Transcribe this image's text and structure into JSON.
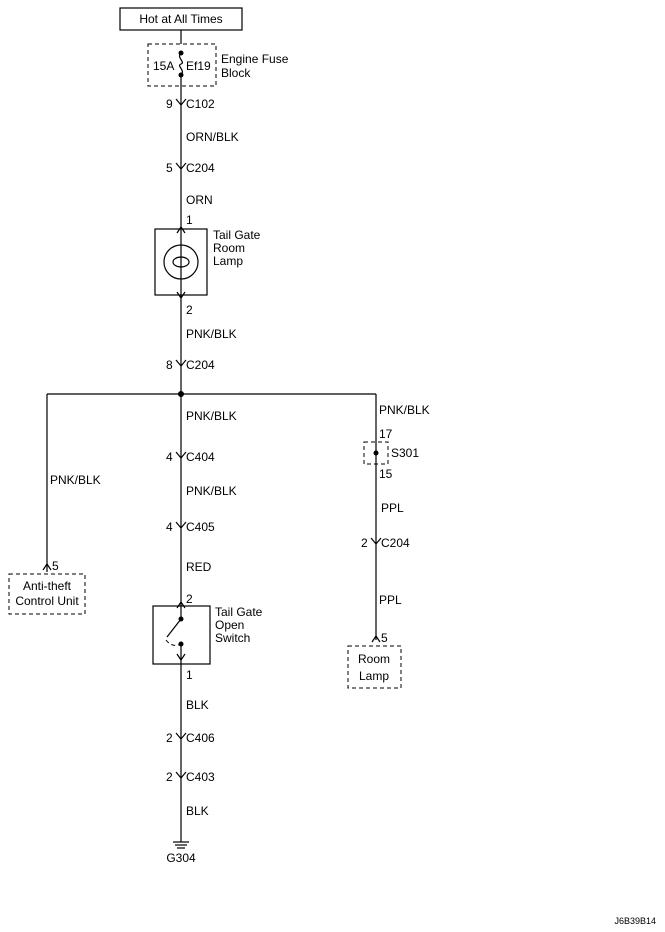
{
  "power_source": "Hot at All Times",
  "fuse": {
    "rating": "15A",
    "id": "Ef19",
    "label_line1": "Engine Fuse",
    "label_line2": "Block"
  },
  "connectors": {
    "c102_top": {
      "pin": "9",
      "name": "C102"
    },
    "c204_a": {
      "pin": "5",
      "name": "C204"
    },
    "c204_b": {
      "pin": "8",
      "name": "C204"
    },
    "c404": {
      "pin": "4",
      "name": "C404"
    },
    "c405": {
      "pin": "4",
      "name": "C405"
    },
    "c204_c": {
      "pin": "2",
      "name": "C204"
    },
    "c406": {
      "pin": "2",
      "name": "C406"
    },
    "c403": {
      "pin": "2",
      "name": "C403"
    }
  },
  "wires": {
    "w1": "ORN/BLK",
    "w2": "ORN",
    "w3": "PNK/BLK",
    "w4": "PNK/BLK",
    "w5": "PNK/BLK",
    "w6": "PNK/BLK",
    "w7": "PNK/BLK",
    "w8": "RED",
    "w9": "PPL",
    "w10": "PPL",
    "w11": "BLK",
    "w12": "BLK"
  },
  "room_lamp_tail": {
    "pin_top": "1",
    "pin_bottom": "2",
    "line1": "Tail Gate",
    "line2": "Room",
    "line3": "Lamp"
  },
  "splice": {
    "pin_top": "17",
    "pin_bottom": "15",
    "name": "S301"
  },
  "antitheft": {
    "pin": "5",
    "line1": "Anti-theft",
    "line2": "Control Unit"
  },
  "switch": {
    "pin_top": "2",
    "pin_bottom": "1",
    "line1": "Tail Gate",
    "line2": "Open",
    "line3": "Switch"
  },
  "room_lamp": {
    "pin": "5",
    "line1": "Room",
    "line2": "Lamp"
  },
  "ground": "G304",
  "figure_id": "J6B39B14"
}
